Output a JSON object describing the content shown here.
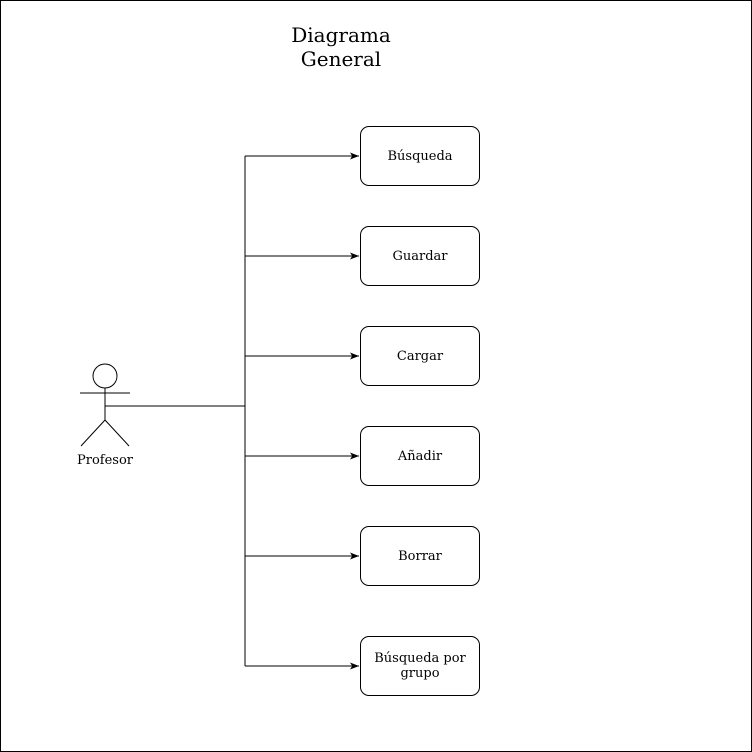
{
  "diagram": {
    "title_line1": "Diagrama",
    "title_line2": "General",
    "actor": {
      "label": "Profesor"
    },
    "use_cases": [
      {
        "label": "Búsqueda"
      },
      {
        "label": "Guardar"
      },
      {
        "label": "Cargar"
      },
      {
        "label": "Añadir"
      },
      {
        "label": "Borrar"
      },
      {
        "label": "Búsqueda por grupo"
      }
    ],
    "colors": {
      "stroke": "#000000",
      "background": "#ffffff"
    }
  }
}
